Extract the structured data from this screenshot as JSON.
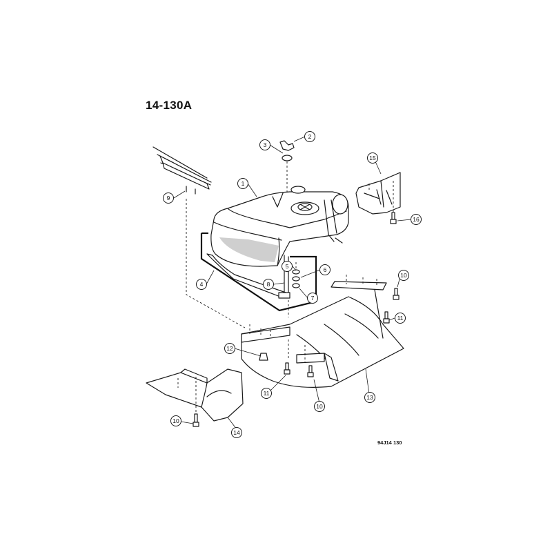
{
  "figure": {
    "title": "14-130A",
    "code": "94J14  130"
  },
  "callouts": [
    "1",
    "2",
    "3",
    "4",
    "5",
    "6",
    "7",
    "8",
    "9",
    "10",
    "10",
    "10",
    "11",
    "11",
    "12",
    "13",
    "14",
    "15",
    "16"
  ]
}
